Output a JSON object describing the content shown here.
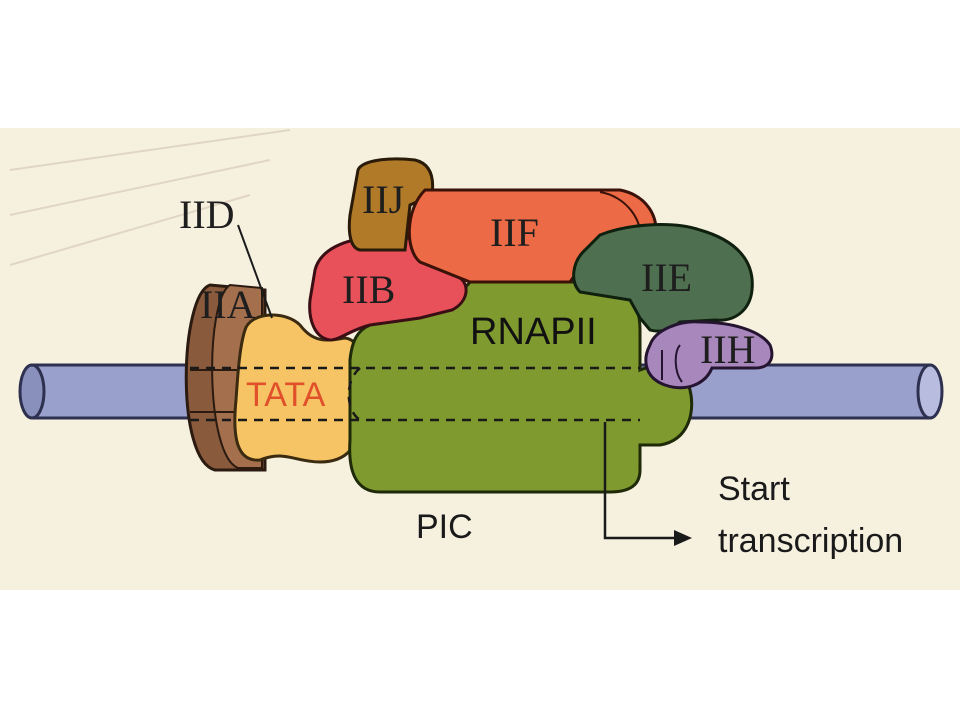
{
  "labels": {
    "iid": "IID",
    "iia": "IIA",
    "tata": "TATA",
    "iij": "IIJ",
    "iif": "IIF",
    "iib": "IIB",
    "iie": "IIE",
    "rnapii": "RNAPII",
    "iih": "IIH",
    "pic": "PIC",
    "start_line1": "Start",
    "start_line2": "transcription"
  },
  "colors": {
    "background_panel": "#f6f0df",
    "dna": "#9aa0cc",
    "iia": "#8a5a3c",
    "tata_box": "#f6c464",
    "tata_text": "#e0502a",
    "iij": "#b07a28",
    "iif": "#ec6a45",
    "iib": "#e8505a",
    "iie": "#4f7050",
    "rnapii": "#7f9a2e",
    "iih": "#a888bc"
  }
}
